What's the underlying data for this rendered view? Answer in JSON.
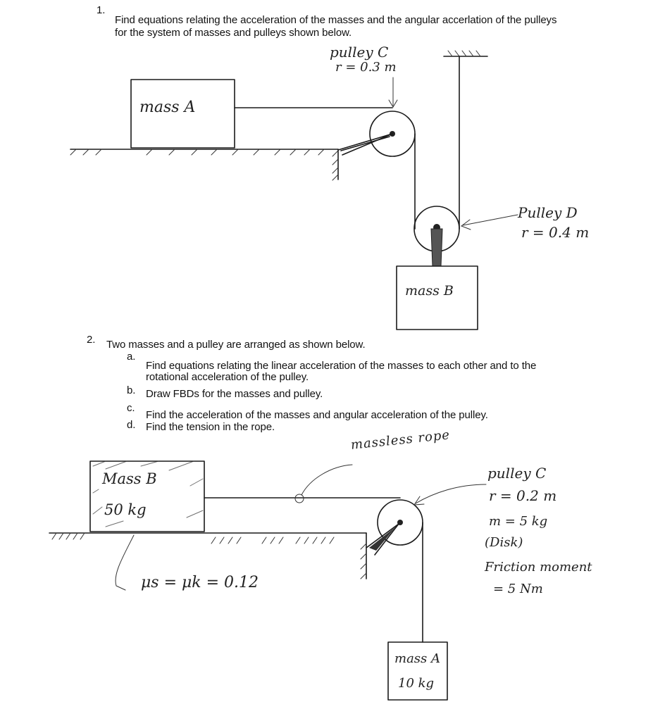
{
  "problem1": {
    "number": "1.",
    "text_line1": "Find equations relating the acceleration of the masses and the angular accerlation of the pulleys",
    "text_line2": "for the system of masses and pulleys shown below.",
    "labels": {
      "mass_a": "mass A",
      "mass_b": "mass B",
      "pulley_c_name": "pulley C",
      "pulley_c_radius": "r = 0.3 m",
      "pulley_d_name": "Pulley D",
      "pulley_d_radius": "r = 0.4 m"
    }
  },
  "problem2": {
    "number": "2.",
    "intro": "Two masses and a pulley are arranged as shown below.",
    "parts": [
      {
        "letter": "a.",
        "text": "Find equations relating the linear acceleration of the masses to each other and to the"
      },
      {
        "letter": "",
        "text": "rotational acceleration of the pulley."
      },
      {
        "letter": "b.",
        "text": "Draw FBDs for the masses and pulley."
      },
      {
        "letter": "c.",
        "text": "Find the acceleration of the masses and angular acceleration of the pulley."
      },
      {
        "letter": "d.",
        "text": "Find the tension in the rope."
      }
    ],
    "labels": {
      "massless_rope": "massless rope",
      "mass_b": "Mass B",
      "mass_b_value": "50 kg",
      "mass_a": "mass A",
      "mass_a_value": "10 kg",
      "pulley_name": "pulley C",
      "pulley_radius": "r = 0.2 m",
      "pulley_mass": "m = 5 kg",
      "pulley_type": "(Disk)",
      "friction_label": "Friction moment",
      "friction_value": "= 5 Nm",
      "friction_coeff": "μs = μk = 0.12"
    }
  }
}
